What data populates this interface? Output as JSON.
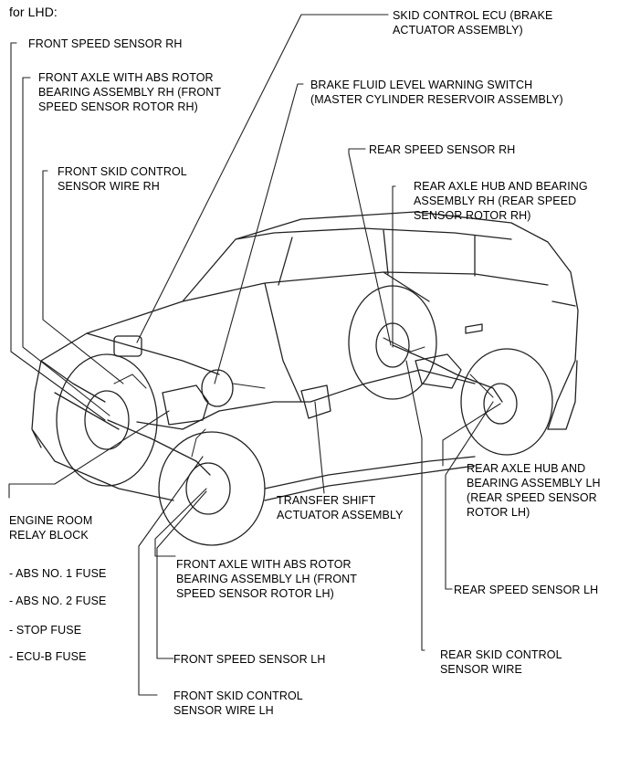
{
  "header": {
    "text": "for LHD:"
  },
  "labels": {
    "skid_control_ecu": "SKID CONTROL ECU (BRAKE\nACTUATOR ASSEMBLY)",
    "front_speed_sensor_rh": "FRONT SPEED SENSOR RH",
    "front_axle_abs_rh": "FRONT AXLE WITH ABS ROTOR\nBEARING ASSEMBLY RH (FRONT\nSPEED SENSOR ROTOR RH)",
    "brake_fluid_switch": "BRAKE FLUID LEVEL WARNING SWITCH\n(MASTER CYLINDER  RESERVOIR ASSEMBLY)",
    "rear_speed_sensor_rh": "REAR SPEED SENSOR RH",
    "front_skid_wire_rh": "FRONT SKID CONTROL\nSENSOR WIRE RH",
    "rear_axle_hub_rh": "REAR AXLE HUB AND BEARING\nASSEMBLY RH (REAR SPEED\nSENSOR ROTOR RH)",
    "engine_room_relay": "ENGINE ROOM\nRELAY BLOCK",
    "transfer_shift": "TRANSFER SHIFT\nACTUATOR ASSEMBLY",
    "rear_axle_hub_lh": "REAR AXLE HUB AND\nBEARING ASSEMBLY LH\n(REAR SPEED SENSOR\nROTOR LH)",
    "front_axle_abs_lh": "FRONT AXLE WITH ABS ROTOR\nBEARING ASSEMBLY LH (FRONT\nSPEED SENSOR ROTOR LH)",
    "rear_speed_sensor_lh": "REAR SPEED SENSOR LH",
    "front_speed_sensor_lh": "FRONT SPEED SENSOR LH",
    "rear_skid_wire": "REAR SKID CONTROL\nSENSOR WIRE",
    "front_skid_wire_lh": "FRONT SKID CONTROL\nSENSOR WIRE LH"
  },
  "fuses": [
    "- ABS NO. 1 FUSE",
    "- ABS NO. 2 FUSE",
    "- STOP FUSE",
    "- ECU-B FUSE"
  ]
}
